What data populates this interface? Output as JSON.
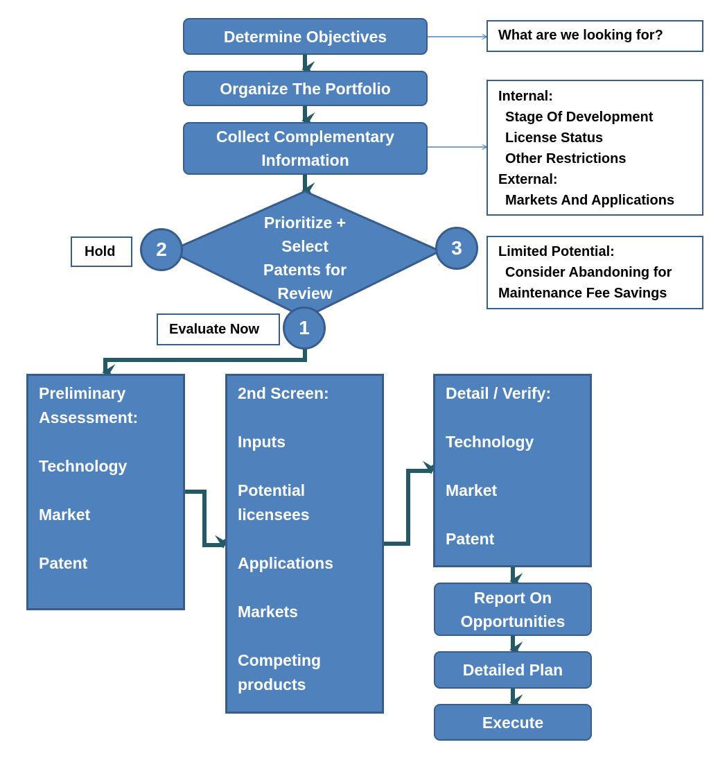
{
  "colors": {
    "node_fill": "#4f81bd",
    "node_border": "#385d8a",
    "connector": "#245a66",
    "note_connector": "#4f81bd"
  },
  "steps": {
    "determine_objectives": "Determine Objectives",
    "organize_portfolio": "Organize The Portfolio",
    "collect_info": [
      "Collect Complementary",
      "Information"
    ],
    "prioritize": [
      "Prioritize +",
      "Select",
      "Patents for",
      "Review"
    ],
    "report": [
      "Report On",
      "Opportunities"
    ],
    "detailed_plan": "Detailed Plan",
    "execute": "Execute"
  },
  "branches": {
    "one": {
      "number": "1",
      "label": "Evaluate Now"
    },
    "two": {
      "number": "2",
      "label": "Hold"
    },
    "three": {
      "number": "3",
      "label_lines": [
        "Limited Potential:",
        "Consider Abandoning for",
        "Maintenance Fee Savings"
      ]
    }
  },
  "notes": {
    "objectives": "What are we looking for?",
    "info_lines": [
      "Internal:",
      "Stage Of Development",
      "License Status",
      "Other Restrictions",
      "External:",
      "Markets And Applications"
    ]
  },
  "panels": {
    "preliminary": [
      "Preliminary",
      "Assessment:",
      "Technology",
      "Market",
      "Patent"
    ],
    "second_screen": [
      "2nd Screen:",
      "Inputs",
      "Potential",
      "licensees",
      "Applications",
      "Markets",
      "Competing",
      "products"
    ],
    "detail": [
      "Detail / Verify:",
      "Technology",
      "Market",
      "Patent"
    ]
  }
}
